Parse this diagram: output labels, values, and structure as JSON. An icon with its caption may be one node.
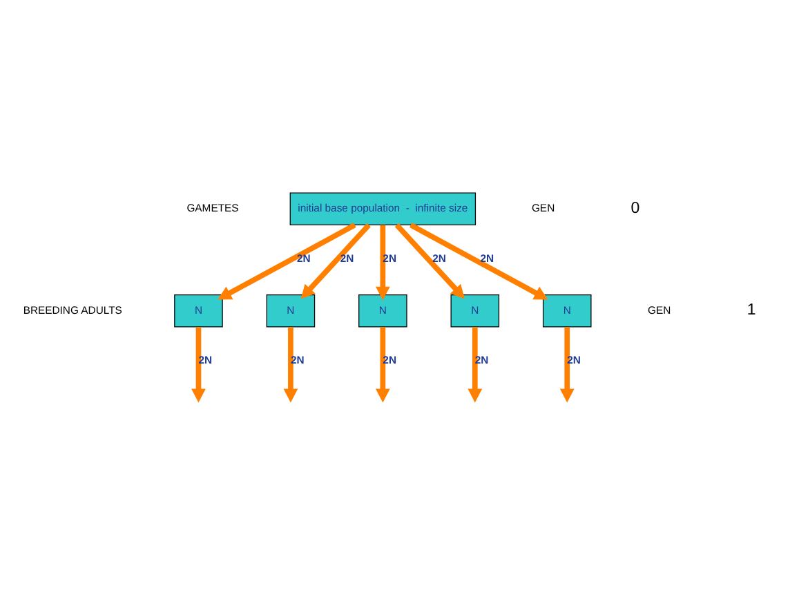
{
  "diagram": {
    "nodes": [
      {
        "text": [
          "initial base population  -  infinite size"
        ]
      },
      {
        "text": [
          "N"
        ]
      },
      {
        "text": [
          "N"
        ]
      },
      {
        "text": [
          "N"
        ]
      },
      {
        "text": [
          "N"
        ]
      },
      {
        "text": [
          "N"
        ]
      }
    ],
    "edges": [
      {
        "from": 0,
        "to": 1,
        "arrow": "to",
        "label": "2N"
      },
      {
        "from": 0,
        "to": 2,
        "arrow": "to",
        "label": "2N"
      },
      {
        "from": 0,
        "to": 3,
        "arrow": "to",
        "label": "2N"
      },
      {
        "from": 0,
        "to": 4,
        "arrow": "to",
        "label": "2N"
      },
      {
        "from": 0,
        "to": 5,
        "arrow": "to",
        "label": "2N"
      },
      {
        "from": 1,
        "to": null,
        "arrow": "to",
        "label": "2N"
      },
      {
        "from": 2,
        "to": null,
        "arrow": "to",
        "label": "2N"
      },
      {
        "from": 3,
        "to": null,
        "arrow": "to",
        "label": "2N"
      },
      {
        "from": 4,
        "to": null,
        "arrow": "to",
        "label": "2N"
      },
      {
        "from": 5,
        "to": null,
        "arrow": "to",
        "label": "2N"
      }
    ],
    "labels": [
      "GAMETES",
      "GEN",
      "0",
      "BREEDING ADULTS",
      "GEN",
      "1"
    ]
  }
}
